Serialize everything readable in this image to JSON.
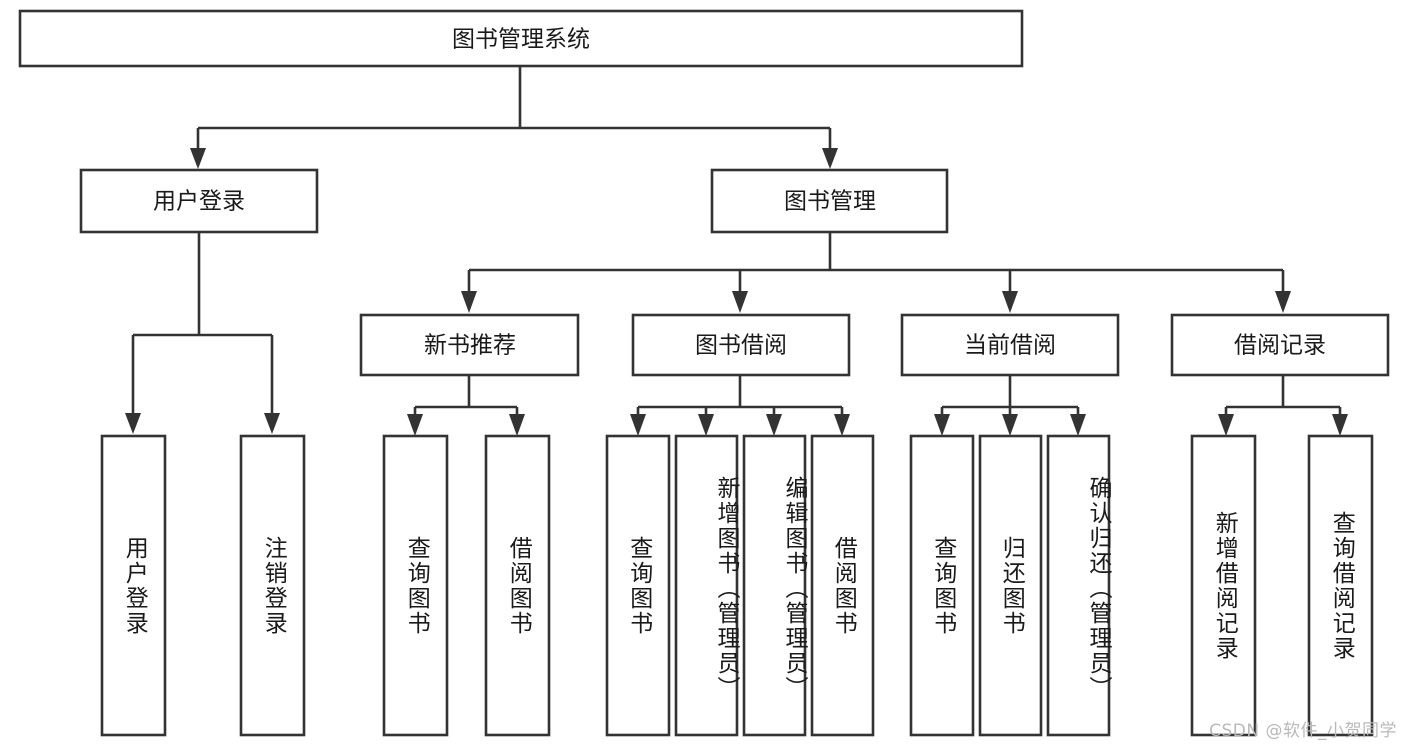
{
  "diagram": {
    "type": "tree",
    "title": "图书管理系统",
    "root": {
      "id": "root",
      "label": "图书管理系统",
      "orientation": "horizontal"
    },
    "level2": [
      {
        "id": "user-login",
        "label": "用户登录",
        "orientation": "horizontal"
      },
      {
        "id": "book-manage",
        "label": "图书管理",
        "orientation": "horizontal"
      }
    ],
    "level3": [
      {
        "id": "new-book-recommend",
        "label": "新书推荐",
        "orientation": "horizontal",
        "parent": "book-manage"
      },
      {
        "id": "book-borrow",
        "label": "图书借阅",
        "orientation": "horizontal",
        "parent": "book-manage"
      },
      {
        "id": "current-borrow",
        "label": "当前借阅",
        "orientation": "horizontal",
        "parent": "book-manage"
      },
      {
        "id": "borrow-record",
        "label": "借阅记录",
        "orientation": "horizontal",
        "parent": "book-manage"
      }
    ],
    "leaves": [
      {
        "id": "leaf-user-login",
        "label": "用户登录",
        "parent": "user-login"
      },
      {
        "id": "leaf-logout",
        "label": "注销登录",
        "parent": "user-login"
      },
      {
        "id": "leaf-query-book-1",
        "label": "查询图书",
        "parent": "new-book-recommend"
      },
      {
        "id": "leaf-borrow-book-1",
        "label": "借阅图书",
        "parent": "new-book-recommend"
      },
      {
        "id": "leaf-query-book-2",
        "label": "查询图书",
        "parent": "book-borrow"
      },
      {
        "id": "leaf-add-book",
        "label": "新增图书（管理员）",
        "parent": "book-borrow"
      },
      {
        "id": "leaf-edit-book",
        "label": "编辑图书（管理员）",
        "parent": "book-borrow"
      },
      {
        "id": "leaf-borrow-book-2",
        "label": "借阅图书",
        "parent": "book-borrow"
      },
      {
        "id": "leaf-query-book-3",
        "label": "查询图书",
        "parent": "current-borrow"
      },
      {
        "id": "leaf-return-book",
        "label": "归还图书",
        "parent": "current-borrow"
      },
      {
        "id": "leaf-confirm-return",
        "label": "确认归还（管理员）",
        "parent": "current-borrow"
      },
      {
        "id": "leaf-add-record",
        "label": "新增借阅记录",
        "parent": "borrow-record"
      },
      {
        "id": "leaf-query-record",
        "label": "查询借阅记录",
        "parent": "borrow-record"
      }
    ],
    "colors": {
      "stroke": "#333333",
      "box_fill": "#ffffff",
      "text": "#1a1a1a",
      "watermark": "#b9b9b9",
      "background": "#ffffff"
    }
  },
  "watermark": {
    "text": "CSDN @软件_小贺同学"
  }
}
